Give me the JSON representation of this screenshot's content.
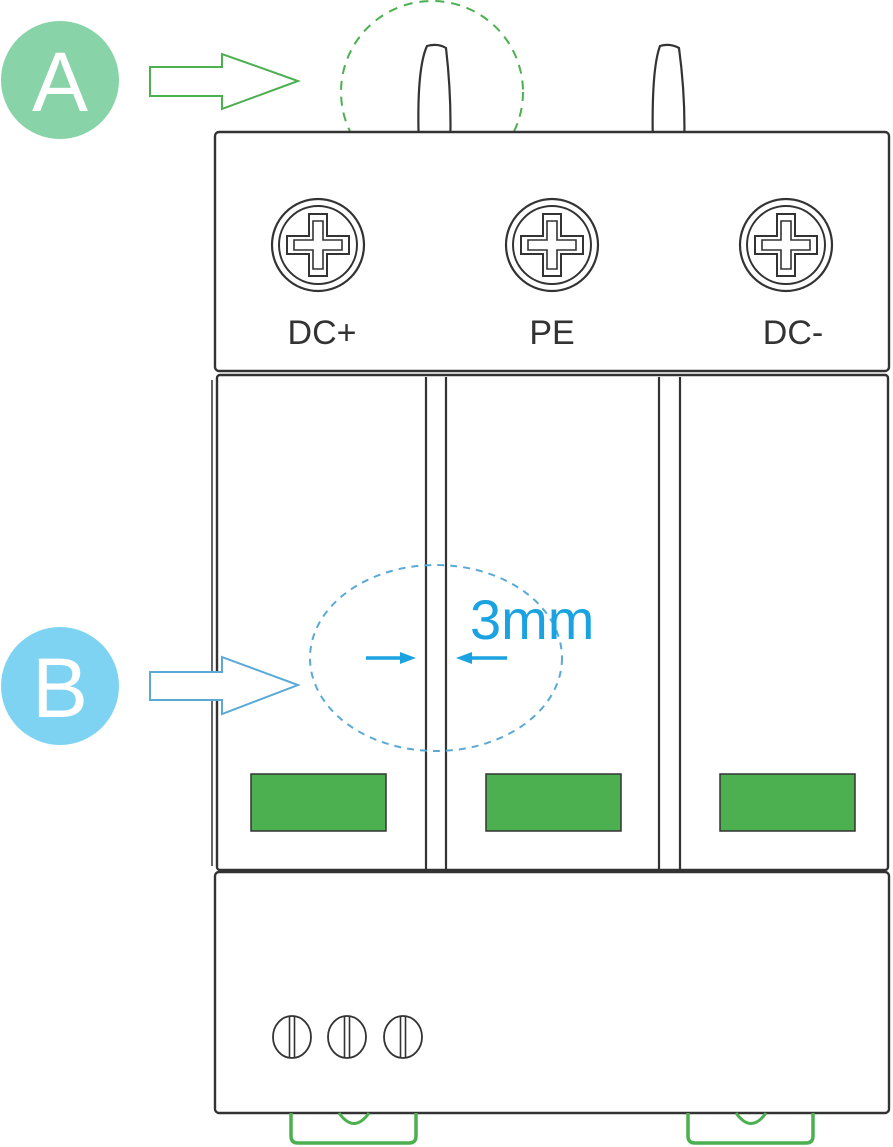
{
  "callouts": [
    {
      "letter": "A",
      "color": "#88d3a8",
      "arrow_color": "#4caf50"
    },
    {
      "letter": "B",
      "color": "#7fd3f2",
      "arrow_color": "#5aa9d6"
    }
  ],
  "terminals": [
    {
      "label": "DC+"
    },
    {
      "label": "PE"
    },
    {
      "label": "DC-"
    }
  ],
  "dimension": {
    "label": "3mm",
    "color": "#1aa3e0"
  },
  "colors": {
    "outline": "#333333",
    "indicator_window": "#4caf50",
    "din_clip": "#4caf50",
    "callout_a_circle": "#4caf50",
    "callout_b_ellipse": "#5aa9d6"
  },
  "icons": {
    "terminal_screw": "cross-head-screw-icon",
    "antenna_pin": "antenna-pin-icon",
    "slot_screw": "slot-screw-icon"
  }
}
